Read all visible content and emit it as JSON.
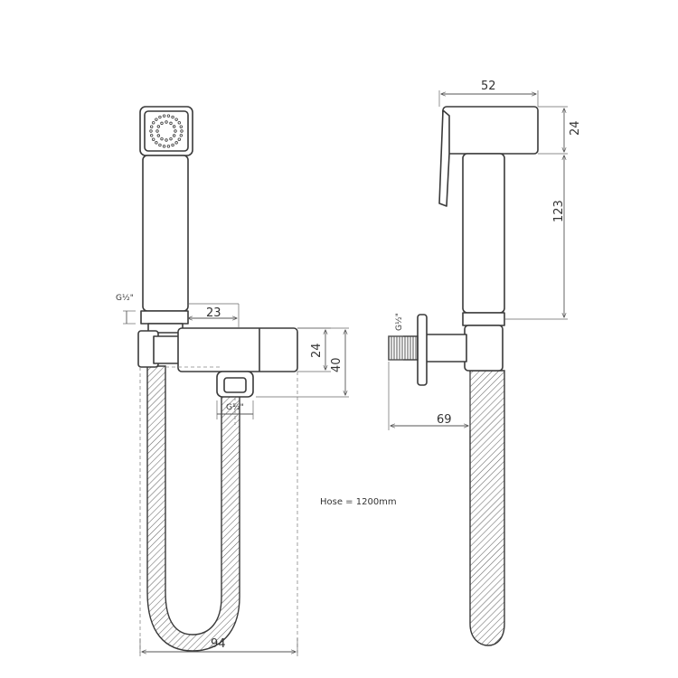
{
  "dimensions": {
    "top_width": "52",
    "head_height": "24",
    "body_height": "123",
    "offset_23": "23",
    "block_height": "24",
    "total_height": "40",
    "depth": "69",
    "overall_width": "94"
  },
  "threads": {
    "inlet_front": "G½\"",
    "outlet_bottom": "G½\"",
    "inlet_side": "G½\""
  },
  "hose_note": "Hose = 1200mm",
  "colors": {
    "line": "#3a3a3a",
    "dimension": "#555555",
    "background": "#ffffff"
  }
}
